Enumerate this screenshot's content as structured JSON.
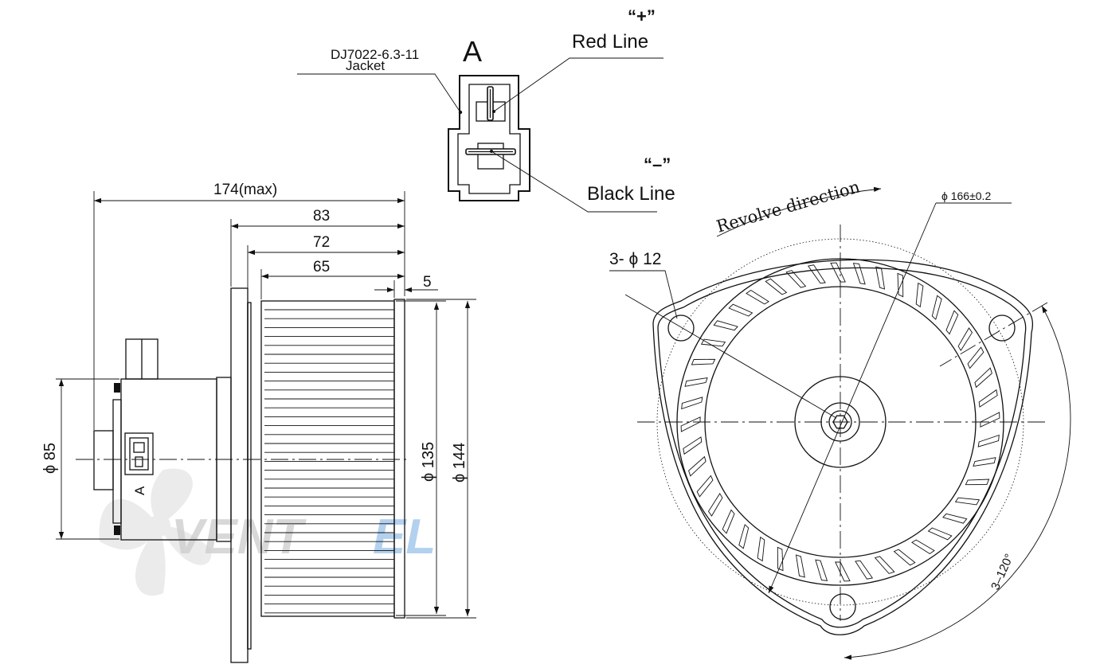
{
  "connector": {
    "model": "DJ7022-6.3-11",
    "jacket": "Jacket",
    "view_letter": "A",
    "plus_mark": "“+”",
    "plus_line": "Red Line",
    "minus_mark": "“–”",
    "minus_line": "Black Line"
  },
  "side_view": {
    "dim_total": "174(max)",
    "dim_a": "83",
    "dim_b": "72",
    "dim_c": "65",
    "dim_d": "5",
    "dia_motor": "ϕ 85",
    "dia_wheel": "ϕ 135",
    "dia_outer": "ϕ 144",
    "view_marker": "A"
  },
  "front_view": {
    "revolve": "Revolve direction",
    "pcd": "ϕ 166±0.2",
    "holes": "3- ϕ 12",
    "angle": "3–120°"
  },
  "watermark": {
    "text_main": "VENT",
    "text_accent": "EL",
    "accent_color": "#9fc6ea",
    "main_color": "#cfcfcf"
  }
}
